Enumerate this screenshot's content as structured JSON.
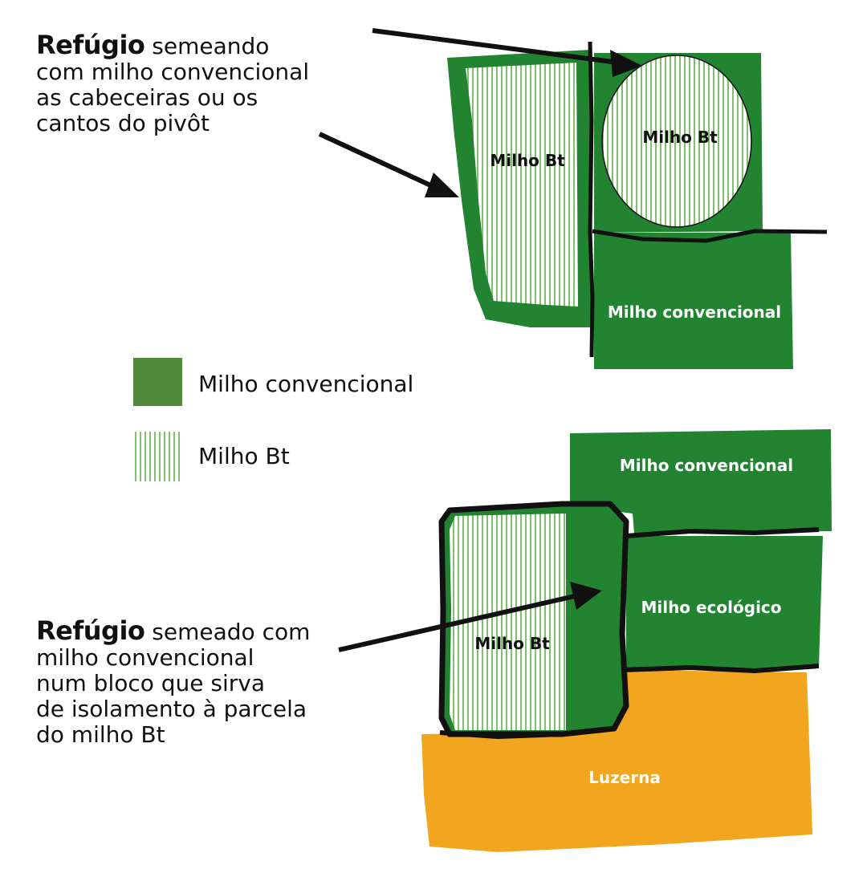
{
  "captions": {
    "top": {
      "strong": "Refúgio",
      "line1_rest": " semeando",
      "line2": "com milho convencional",
      "line3": "as cabeceiras ou os",
      "line4": "cantos do pivôt"
    },
    "bottom": {
      "strong": "Refúgio",
      "line1_rest": " semeado com",
      "line2": "milho convencional",
      "line3": "num bloco que sirva",
      "line4": "de isolamento à parcela",
      "line5": "do milho Bt"
    }
  },
  "legend": {
    "conventional": "Milho convencional",
    "bt": "Milho Bt"
  },
  "fields": {
    "top_left_bt": "Milho Bt",
    "top_circle_bt": "Milho Bt",
    "top_conventional": "Milho convencional",
    "bottom_conventional": "Milho convencional",
    "bottom_ecological": "Milho ecológico",
    "bottom_bt": "Milho Bt",
    "bottom_luzerna": "Luzerna"
  },
  "colors": {
    "green": "#228430",
    "legend_green": "#4e8a3a",
    "hatch": "#7fbf6e",
    "orange": "#f2a51f",
    "outline": "#111111"
  }
}
